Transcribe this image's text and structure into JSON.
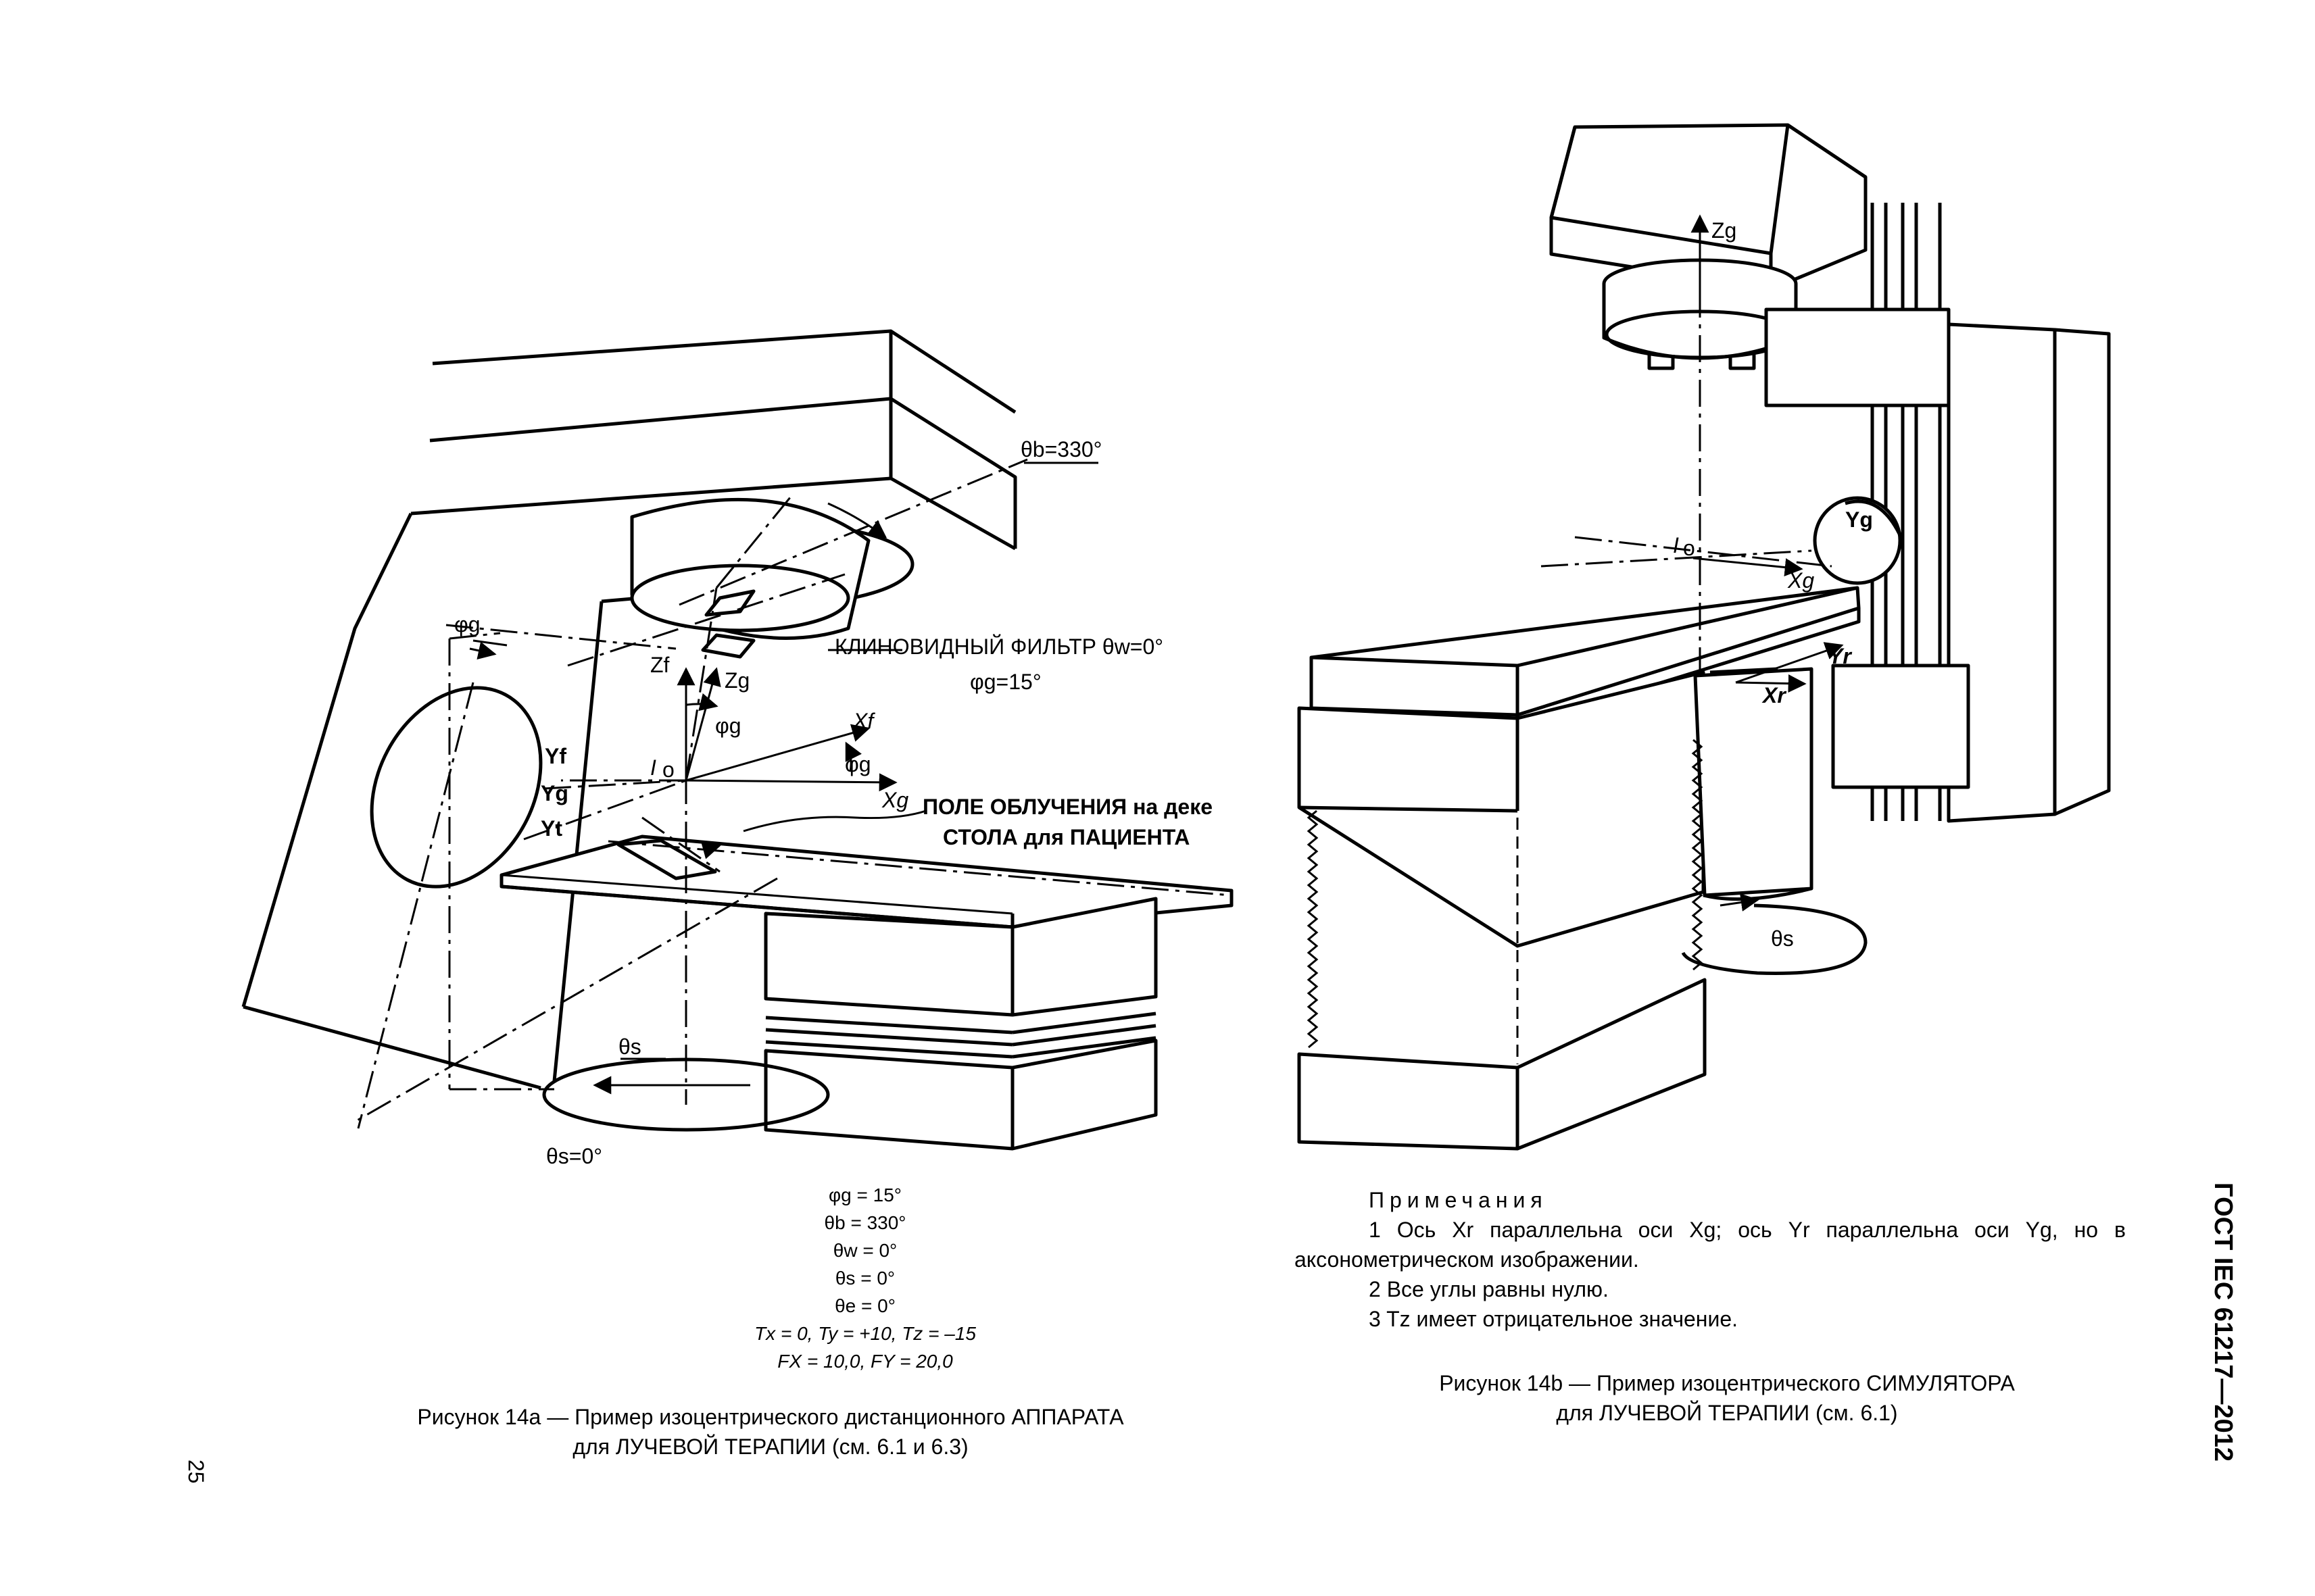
{
  "figure_a": {
    "labels": {
      "theta_b": "θb=330°",
      "phi_g_top": "φg",
      "zf": "Zf",
      "zg": "Zg",
      "phi_g_axis": "φg",
      "xf": "Xf",
      "phi_g_right": "φg",
      "io_i": "I",
      "io_o": "o",
      "xg": "Xg",
      "yf": "Yf",
      "yg": "Yg",
      "yt": "Yt",
      "wedge_line1": "КЛИНОВИДНЫЙ ФИЛЬТР θw=0°",
      "wedge_line2": "φg=15°",
      "field_line1": "ПОЛЕ ОБЛУЧЕНИЯ на деке",
      "field_line2": "СТОЛА для ПАЦИЕНТА",
      "theta_s": "θs",
      "theta_s0": "θs=0°"
    },
    "params": [
      "φg = 15°",
      "θb = 330°",
      "θw = 0°",
      "θs = 0°",
      "θe = 0°",
      "Tx = 0, Ty = +10, Tz = –15",
      "FX = 10,0,  FY = 20,0"
    ],
    "caption_line1": "Рисунок 14a — Пример изоцентрического дистанционного АППАРАТА",
    "caption_line2": "для ЛУЧЕВОЙ ТЕРАПИИ (см. 6.1 и 6.3)"
  },
  "figure_b": {
    "labels": {
      "zg": "Zg",
      "yg": "Yg",
      "io_i": "I",
      "io_o": "o",
      "xg": "Xg",
      "yr": "Yr",
      "xr": "Xr",
      "theta_s": "θs"
    },
    "notes_heading": "Примечания",
    "notes": [
      "1 Ось Xr параллельна оси Xg; ось Yr параллельна оси Yg, но в аксонометрическом изображении.",
      "2 Все углы равны нулю.",
      "3 Tz имеет отрицательное значение."
    ],
    "caption_line1": "Рисунок 14b — Пример изоцентрического СИМУЛЯТОРА",
    "caption_line2": "для ЛУЧЕВОЙ ТЕРАПИИ (см. 6.1)"
  },
  "standard_code": "ГОСТ IEC 61217—2012",
  "page_number": "25"
}
